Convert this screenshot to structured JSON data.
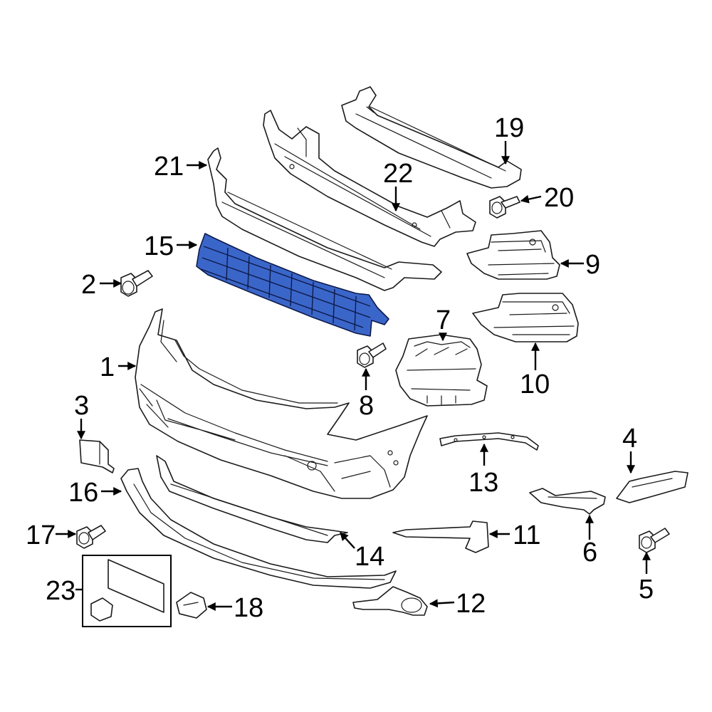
{
  "diagram": {
    "highlight_color": "#3b66c9",
    "callouts": [
      {
        "id": "c1",
        "label": "1"
      },
      {
        "id": "c2",
        "label": "2"
      },
      {
        "id": "c3",
        "label": "3"
      },
      {
        "id": "c4",
        "label": "4"
      },
      {
        "id": "c5",
        "label": "5"
      },
      {
        "id": "c6",
        "label": "6"
      },
      {
        "id": "c7",
        "label": "7"
      },
      {
        "id": "c8",
        "label": "8"
      },
      {
        "id": "c9",
        "label": "9"
      },
      {
        "id": "c10",
        "label": "10"
      },
      {
        "id": "c11",
        "label": "11"
      },
      {
        "id": "c12",
        "label": "12"
      },
      {
        "id": "c13",
        "label": "13"
      },
      {
        "id": "c14",
        "label": "14"
      },
      {
        "id": "c15",
        "label": "15"
      },
      {
        "id": "c16",
        "label": "16"
      },
      {
        "id": "c17",
        "label": "17"
      },
      {
        "id": "c18",
        "label": "18"
      },
      {
        "id": "c19",
        "label": "19"
      },
      {
        "id": "c20",
        "label": "20"
      },
      {
        "id": "c21",
        "label": "21"
      },
      {
        "id": "c22",
        "label": "22"
      },
      {
        "id": "c23",
        "label": "23"
      }
    ]
  }
}
